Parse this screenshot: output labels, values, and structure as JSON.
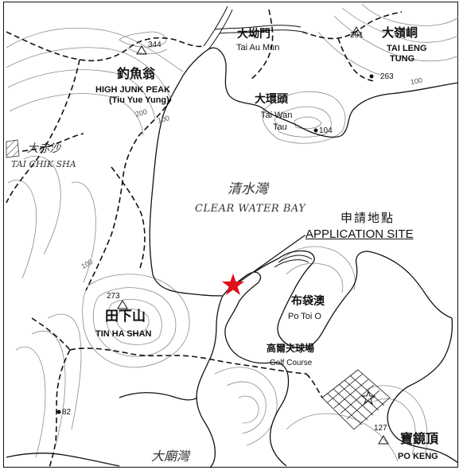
{
  "map": {
    "places": {
      "tai_au_mun": {
        "zh": "大坳門",
        "en": "Tai Au Mun"
      },
      "tai_leng_tung": {
        "zh": "大嶺峒",
        "en": "TAI LENG",
        "en2": "TUNG"
      },
      "high_junk_peak": {
        "zh": "釣魚翁",
        "en": "HIGH JUNK PEAK",
        "en2": "(Tiu Yue Yung)"
      },
      "tai_wan_tau": {
        "zh": "大環頭",
        "en": "Tai Wan",
        "en2": "Tau"
      },
      "tai_chik_sha": {
        "zh": "大赤沙",
        "en": "TAI CHIK SHA"
      },
      "clear_water_bay": {
        "zh": "清水灣",
        "en": "CLEAR WATER BAY"
      },
      "tin_ha_shan": {
        "zh": "田下山",
        "en": "TIN HA SHAN"
      },
      "po_toi_o": {
        "zh": "布袋澳",
        "en": "Po Toi O"
      },
      "golf_course": {
        "zh": "高爾夫球場",
        "en": "Golf Course"
      },
      "po_keng": {
        "zh": "寶鏡頂",
        "en": "PO KENG"
      },
      "tai_miu_wan": {
        "zh": "大廟灣"
      }
    },
    "heights": {
      "h344": "344",
      "h291": "291",
      "h263": "263",
      "h104": "104",
      "h273": "273",
      "h127": "127",
      "h82": "82"
    },
    "contours": {
      "c100a": "100",
      "c200": "200",
      "c100b": "100",
      "c100c": "100"
    },
    "application_site": {
      "zh": "申請地點",
      "en": "APPLICATION SITE",
      "marker_color": "#e0101b"
    },
    "colors": {
      "ink": "#111111",
      "contour": "#8a8a8a",
      "accent": "#e0101b"
    }
  }
}
